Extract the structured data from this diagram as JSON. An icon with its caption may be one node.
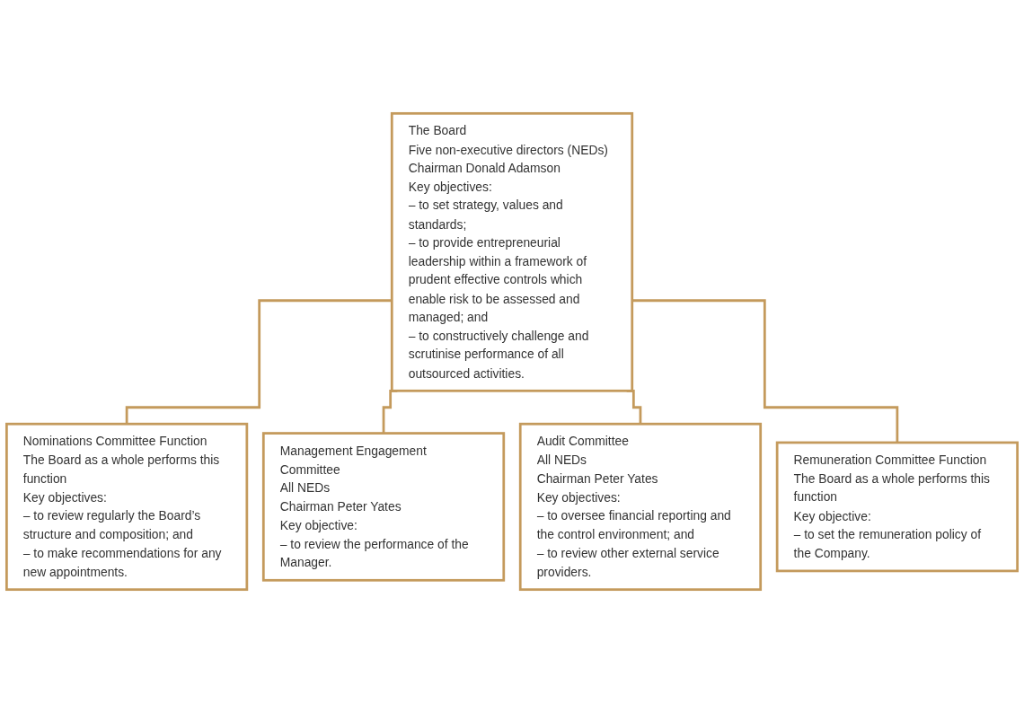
{
  "diagram": {
    "nodes": [
      {
        "text": [
          "The Board",
          "Five non-executive directors (NEDs)",
          "Chairman Donald Adamson",
          "Key objectives:",
          "– to set strategy, values and standards;",
          "– to provide entrepreneurial leadership within a framework of prudent effective controls which enable risk to be assessed and managed; and",
          "– to constructively challenge and scrutinise performance of all outsourced activities."
        ]
      },
      {
        "text": [
          "Nominations Committee Function",
          "The Board as a whole performs this function",
          "Key objectives:",
          "– to review regularly the Board’s structure and composition; and",
          "– to make recommendations for any new appointments."
        ]
      },
      {
        "text": [
          "Management Engagement Committee",
          "All NEDs",
          "Chairman Peter Yates",
          "Key objective:",
          "– to review the performance of the Manager."
        ]
      },
      {
        "text": [
          "Audit Committee",
          "All NEDs",
          "Chairman Peter Yates",
          "Key objectives:",
          "– to oversee financial reporting and the control environment; and",
          "– to review other external service providers."
        ]
      },
      {
        "text": [
          "Remuneration Committee Function",
          "The Board as a whole performs this function",
          "Key objective:",
          "– to set the remuneration policy of the Company."
        ]
      }
    ],
    "edges": [
      {
        "from": 0,
        "to": 1,
        "arrow": "none"
      },
      {
        "from": 0,
        "to": 2,
        "arrow": "none"
      },
      {
        "from": 0,
        "to": 3,
        "arrow": "none"
      },
      {
        "from": 0,
        "to": 4,
        "arrow": "none"
      }
    ]
  }
}
